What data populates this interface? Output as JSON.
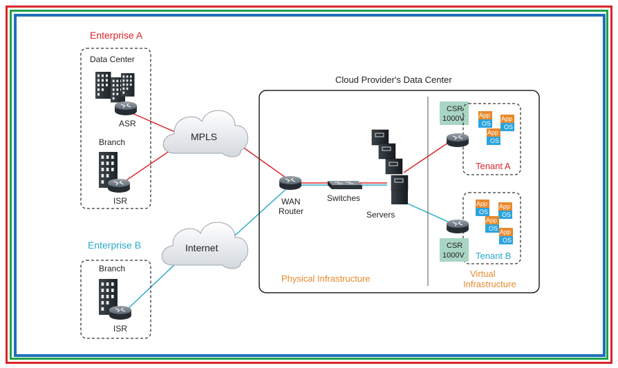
{
  "colors": {
    "enterprise_a": "#d9252a",
    "enterprise_b": "#2aa9c9",
    "orange": "#e8892c",
    "link_red": "#d9252a",
    "link_blue": "#2aa9c9",
    "csr_box": "#a8d5c4",
    "app_box": "#e8892c",
    "os_box": "#2aa3dd"
  },
  "enterprise_a": {
    "title": "Enterprise A",
    "data_center": "Data Center",
    "asr": "ASR",
    "branch": "Branch",
    "isr": "ISR"
  },
  "enterprise_b": {
    "title": "Enterprise B",
    "branch": "Branch",
    "isr": "ISR"
  },
  "clouds": {
    "mpls": "MPLS",
    "internet": "Internet"
  },
  "provider": {
    "title": "Cloud Provider's Data Center",
    "wan_router_1": "WAN",
    "wan_router_2": "Router",
    "switches": "Switches",
    "servers": "Servers",
    "physical": "Physical Infrastructure",
    "virtual_1": "Virtual",
    "virtual_2": "Infrastructure"
  },
  "tenant_a": {
    "csr_1": "CSR",
    "csr_2": "1000V",
    "label": "Tenant A",
    "app": "App",
    "os": "OS"
  },
  "tenant_b": {
    "csr_1": "CSR",
    "csr_2": "1000V",
    "label": "Tenant B",
    "app": "App",
    "os": "OS"
  }
}
